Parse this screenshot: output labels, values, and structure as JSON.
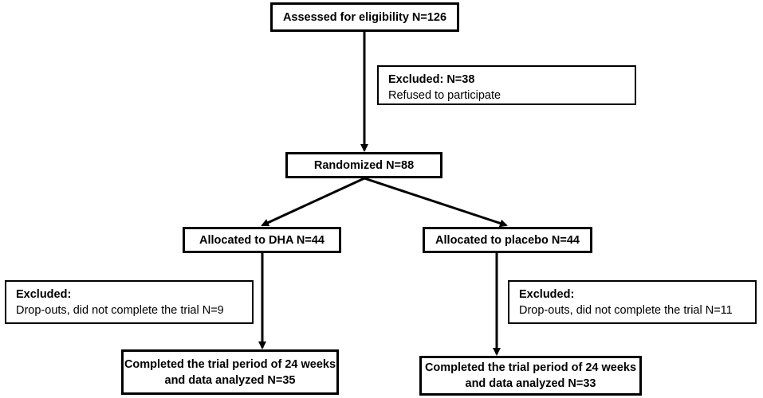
{
  "flowchart": {
    "eligibility": "Assessed for eligibility N=126",
    "excluded_enrollment": {
      "heading": "Excluded: N=38",
      "reason": "Refused to participate"
    },
    "randomized": "Randomized N=88",
    "arm_dha": {
      "allocation": "Allocated to DHA N=44",
      "excluded_heading": "Excluded:",
      "excluded_reason": "Drop-outs, did not complete the trial N=9",
      "completed_line1": "Completed the trial period of 24 weeks",
      "completed_line2": "and data analyzed  N=35"
    },
    "arm_placebo": {
      "allocation": "Allocated to placebo N=44",
      "excluded_heading": "Excluded:",
      "excluded_reason": "Drop-outs, did not complete the trial N=11",
      "completed_line1": "Completed the trial period of 24 weeks",
      "completed_line2": "and data analyzed  N=33"
    }
  }
}
